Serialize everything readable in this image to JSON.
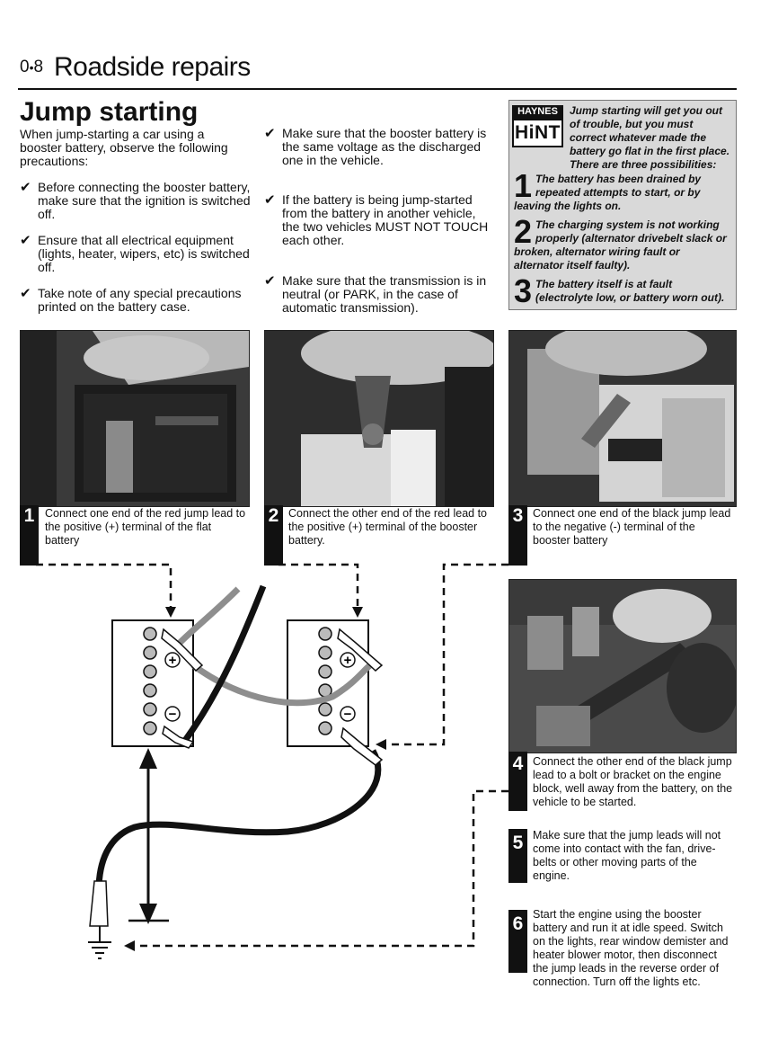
{
  "header": {
    "page_number_prefix": "0",
    "page_number_bullet": "•",
    "page_number_suffix": "8",
    "title": "Roadside repairs"
  },
  "section": {
    "title": "Jump starting"
  },
  "intro": "When jump-starting a car using a booster battery, observe the following precautions:",
  "checkmark_glyph": "✔",
  "precautions_left": [
    "Before connecting the booster battery, make sure that the ignition is switched off.",
    "Ensure that all electrical equipment (lights, heater, wipers, etc) is switched off.",
    "Take note of any special precautions printed on the battery case."
  ],
  "precautions_middle": [
    "Make sure that the booster battery is the same voltage as the discharged one in the vehicle.",
    "If the battery is being jump-started from the battery in another vehicle, the two vehicles MUST NOT TOUCH each other.",
    "Make sure that the transmission is in neutral (or PARK, in the case of automatic transmission)."
  ],
  "hint": {
    "badge_top": "HAYNES",
    "badge_bottom": "HiNT",
    "intro": "Jump starting will get you out of trouble, but you must correct whatever made the battery go flat in the first place. There are three possibilities:",
    "items": [
      {
        "num": "1",
        "text": "The battery has been drained by repeated attempts to start, or by leaving the lights on."
      },
      {
        "num": "2",
        "text": "The charging system is not working properly (alternator drivebelt slack or broken, alternator wiring fault or alternator itself faulty)."
      },
      {
        "num": "3",
        "text": "The battery itself is at fault (electrolyte low, or battery worn out)."
      }
    ]
  },
  "steps": [
    {
      "num": "1",
      "text": "Connect one end of the red jump lead to the positive (+) terminal of the flat battery"
    },
    {
      "num": "2",
      "text": "Connect the other end of the red lead to the positive (+) terminal of the booster battery."
    },
    {
      "num": "3",
      "text": "Connect one end of the black jump lead to the negative (-) terminal of the booster battery"
    },
    {
      "num": "4",
      "text": "Connect the other end of the black jump lead to a bolt or bracket on the engine block, well away from the battery, on the vehicle to be started."
    },
    {
      "num": "5",
      "text": "Make sure that the jump leads will not come into contact with the fan, drive-belts or other moving parts of the engine."
    },
    {
      "num": "6",
      "text": "Start the engine using the booster battery and run it at idle speed. Switch on the lights, rear window demister and heater blower motor, then disconnect the jump leads in the reverse order of connection. Turn off the lights etc."
    }
  ],
  "diagram": {
    "plus_symbol": "+",
    "minus_symbol": "−"
  }
}
